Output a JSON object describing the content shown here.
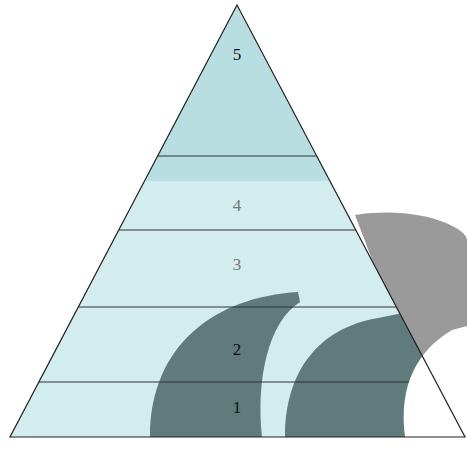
{
  "diagram": {
    "nodes": [
      {
        "text": [
          "5"
        ]
      },
      {
        "text": [
          "4"
        ]
      },
      {
        "text": [
          "3"
        ]
      },
      {
        "text": [
          "2"
        ]
      },
      {
        "text": [
          "1"
        ]
      }
    ]
  }
}
